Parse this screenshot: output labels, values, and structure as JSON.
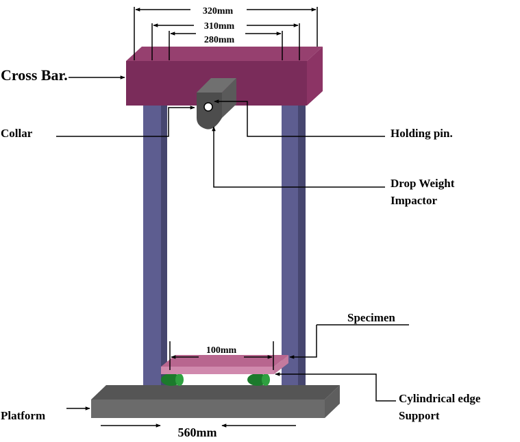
{
  "dimensions": {
    "outer": "320mm",
    "middle": "310mm",
    "inner": "280mm",
    "span": "100mm",
    "platform_length": "560mm"
  },
  "labels": {
    "cross_bar": "Cross Bar.",
    "collar": "Collar",
    "holding_pin": "Holding pin.",
    "impactor_line1": "Drop Weight",
    "impactor_line2": "Impactor",
    "specimen": "Specimen",
    "support_line1": "Cylindrical edge",
    "support_line2": "Support",
    "platform": "Platform"
  },
  "colors": {
    "cross_bar_front": "#7a2c5a",
    "cross_bar_top": "#96406f",
    "cross_bar_side": "#8c3465",
    "column_front": "#5d5d90",
    "column_side": "#46466f",
    "impactor_front": "#4d4d4d",
    "impactor_top": "#707070",
    "platform_front": "#6b6b6b",
    "platform_top": "#555555",
    "specimen_front": "#d089ad",
    "specimen_top": "#b8668f",
    "support_roller": "#1c7a2c"
  }
}
